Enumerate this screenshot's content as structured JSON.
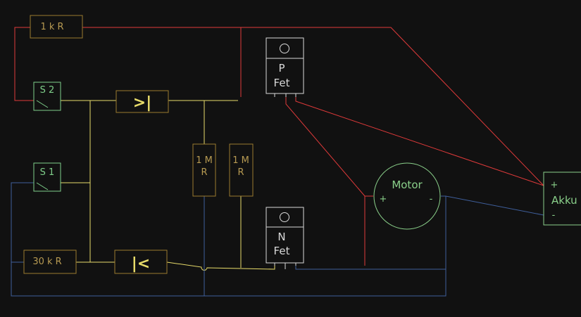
{
  "colors": {
    "background": "#111111",
    "wire_red": "#e03a3a",
    "wire_yellow": "#e8dc6a",
    "wire_blue": "#3f5f9c",
    "resistor": "#9a7a2e",
    "resistor_text": "#b79a52",
    "switch": "#7fcf8a",
    "fet": "#d9d9d9",
    "motor": "#8ad08a",
    "akku": "#8ad08a",
    "diode": "#9a7a2e",
    "diode_symbol": "#e8dc6a"
  },
  "components": {
    "r1k": "1 k R",
    "r30k": "30 k R",
    "r1m_left_line1": "1 M",
    "r1m_left_line2": "R",
    "r1m_right_line1": "1 M",
    "r1m_right_line2": "R",
    "s2": "S 2",
    "s1": "S 1",
    "diode_top": ">|",
    "diode_bottom": "|<",
    "pfet_line1": "P",
    "pfet_line2": "Fet",
    "nfet_line1": "N",
    "nfet_line2": "Fet",
    "motor": "Motor",
    "motor_plus": "+",
    "motor_minus": "-",
    "akku": "Akku",
    "akku_plus": "+",
    "akku_minus": "-"
  }
}
